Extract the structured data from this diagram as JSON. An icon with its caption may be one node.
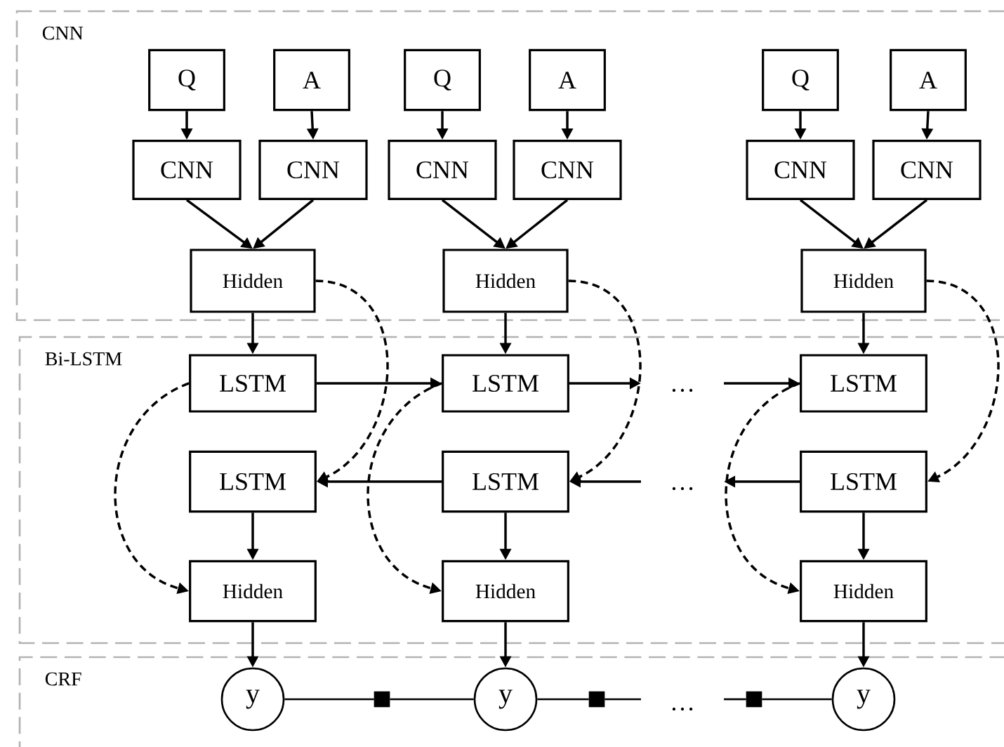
{
  "diagram": {
    "nodes": [
      {
        "text": [
          "CNN"
        ]
      },
      {
        "text": [
          "Q"
        ],
        "in": 0
      },
      {
        "text": [
          "A"
        ],
        "in": 0
      },
      {
        "text": [
          "Q"
        ],
        "in": 0
      },
      {
        "text": [
          "A"
        ],
        "in": 0
      },
      {
        "text": [
          "Q"
        ],
        "in": 0
      },
      {
        "text": [
          "A"
        ],
        "in": 0
      },
      {
        "text": [
          "CNN"
        ],
        "in": 0
      },
      {
        "text": [
          "CNN"
        ],
        "in": 0
      },
      {
        "text": [
          "CNN"
        ],
        "in": 0
      },
      {
        "text": [
          "CNN"
        ],
        "in": 0
      },
      {
        "text": [
          "CNN"
        ],
        "in": 0
      },
      {
        "text": [
          "CNN"
        ],
        "in": 0
      },
      {
        "text": [
          "Hidden"
        ],
        "in": 0
      },
      {
        "text": [
          "Hidden"
        ],
        "in": 0
      },
      {
        "text": [
          "Hidden"
        ],
        "in": 0
      },
      {
        "text": [
          "Bi-LSTM"
        ]
      },
      {
        "text": [
          "LSTM"
        ],
        "in": 16
      },
      {
        "text": [
          "LSTM"
        ],
        "in": 16
      },
      {
        "text": [
          "…"
        ],
        "in": 16
      },
      {
        "text": [
          "LSTM"
        ],
        "in": 16
      },
      {
        "text": [
          "LSTM"
        ],
        "in": 16
      },
      {
        "text": [
          "LSTM"
        ],
        "in": 16
      },
      {
        "text": [
          "…"
        ],
        "in": 16
      },
      {
        "text": [
          "LSTM"
        ],
        "in": 16
      },
      {
        "text": [
          "Hidden"
        ],
        "in": 16
      },
      {
        "text": [
          "Hidden"
        ],
        "in": 16
      },
      {
        "text": [
          "Hidden"
        ],
        "in": 16
      },
      {
        "text": [
          "CRF"
        ]
      },
      {
        "text": [
          "y"
        ],
        "in": 28
      },
      {
        "text": [],
        "shape": "box",
        "in": 28
      },
      {
        "text": [
          "y"
        ],
        "in": 28
      },
      {
        "text": [],
        "shape": "box",
        "in": 28
      },
      {
        "text": [
          "…"
        ],
        "in": 28
      },
      {
        "text": [],
        "shape": "box",
        "in": 28
      },
      {
        "text": [
          "y"
        ],
        "in": 28
      }
    ],
    "edges": [
      {
        "from": 1,
        "to": 7,
        "arrow": "to"
      },
      {
        "from": 2,
        "to": 8,
        "arrow": "to"
      },
      {
        "from": 3,
        "to": 9,
        "arrow": "to"
      },
      {
        "from": 4,
        "to": 10,
        "arrow": "to"
      },
      {
        "from": 5,
        "to": 11,
        "arrow": "to"
      },
      {
        "from": 6,
        "to": 12,
        "arrow": "to"
      },
      {
        "from": 7,
        "to": 13,
        "arrow": "to"
      },
      {
        "from": 8,
        "to": 13,
        "arrow": "to"
      },
      {
        "from": 9,
        "to": 14,
        "arrow": "to"
      },
      {
        "from": 10,
        "to": 14,
        "arrow": "to"
      },
      {
        "from": 11,
        "to": 15,
        "arrow": "to"
      },
      {
        "from": 12,
        "to": 15,
        "arrow": "to"
      },
      {
        "from": 13,
        "to": 17,
        "arrow": "to"
      },
      {
        "from": 14,
        "to": 18,
        "arrow": "to"
      },
      {
        "from": 15,
        "to": 20,
        "arrow": "to"
      },
      {
        "from": 17,
        "to": 18,
        "arrow": "to"
      },
      {
        "from": 18,
        "to": 19,
        "arrow": "to"
      },
      {
        "from": 19,
        "to": 20,
        "arrow": "to"
      },
      {
        "from": 24,
        "to": 23,
        "arrow": "to"
      },
      {
        "from": 23,
        "to": 22,
        "arrow": "to"
      },
      {
        "from": 22,
        "to": 21,
        "arrow": "to"
      },
      {
        "from": 21,
        "to": 25,
        "arrow": "to"
      },
      {
        "from": 22,
        "to": 26,
        "arrow": "to"
      },
      {
        "from": 24,
        "to": 27,
        "arrow": "to"
      },
      {
        "from": 25,
        "to": 29,
        "arrow": "to"
      },
      {
        "from": 26,
        "to": 31,
        "arrow": "to"
      },
      {
        "from": 27,
        "to": 35,
        "arrow": "to"
      },
      {
        "from": 13,
        "to": 21,
        "arrow": "to",
        "style": "dashed"
      },
      {
        "from": 14,
        "to": 22,
        "arrow": "to",
        "style": "dashed"
      },
      {
        "from": 15,
        "to": 24,
        "arrow": "to",
        "style": "dashed"
      },
      {
        "from": 17,
        "to": 25,
        "arrow": "to",
        "style": "dashed"
      },
      {
        "from": 18,
        "to": 26,
        "arrow": "to",
        "style": "dashed"
      },
      {
        "from": 20,
        "to": 27,
        "arrow": "to",
        "style": "dashed"
      },
      {
        "from": 29,
        "to": 30,
        "arrow": "none"
      },
      {
        "from": 30,
        "to": 31,
        "arrow": "none"
      },
      {
        "from": 31,
        "to": 32,
        "arrow": "none"
      },
      {
        "from": 32,
        "to": 33,
        "arrow": "none"
      },
      {
        "from": 33,
        "to": 34,
        "arrow": "none"
      },
      {
        "from": 34,
        "to": 35,
        "arrow": "none"
      }
    ]
  }
}
